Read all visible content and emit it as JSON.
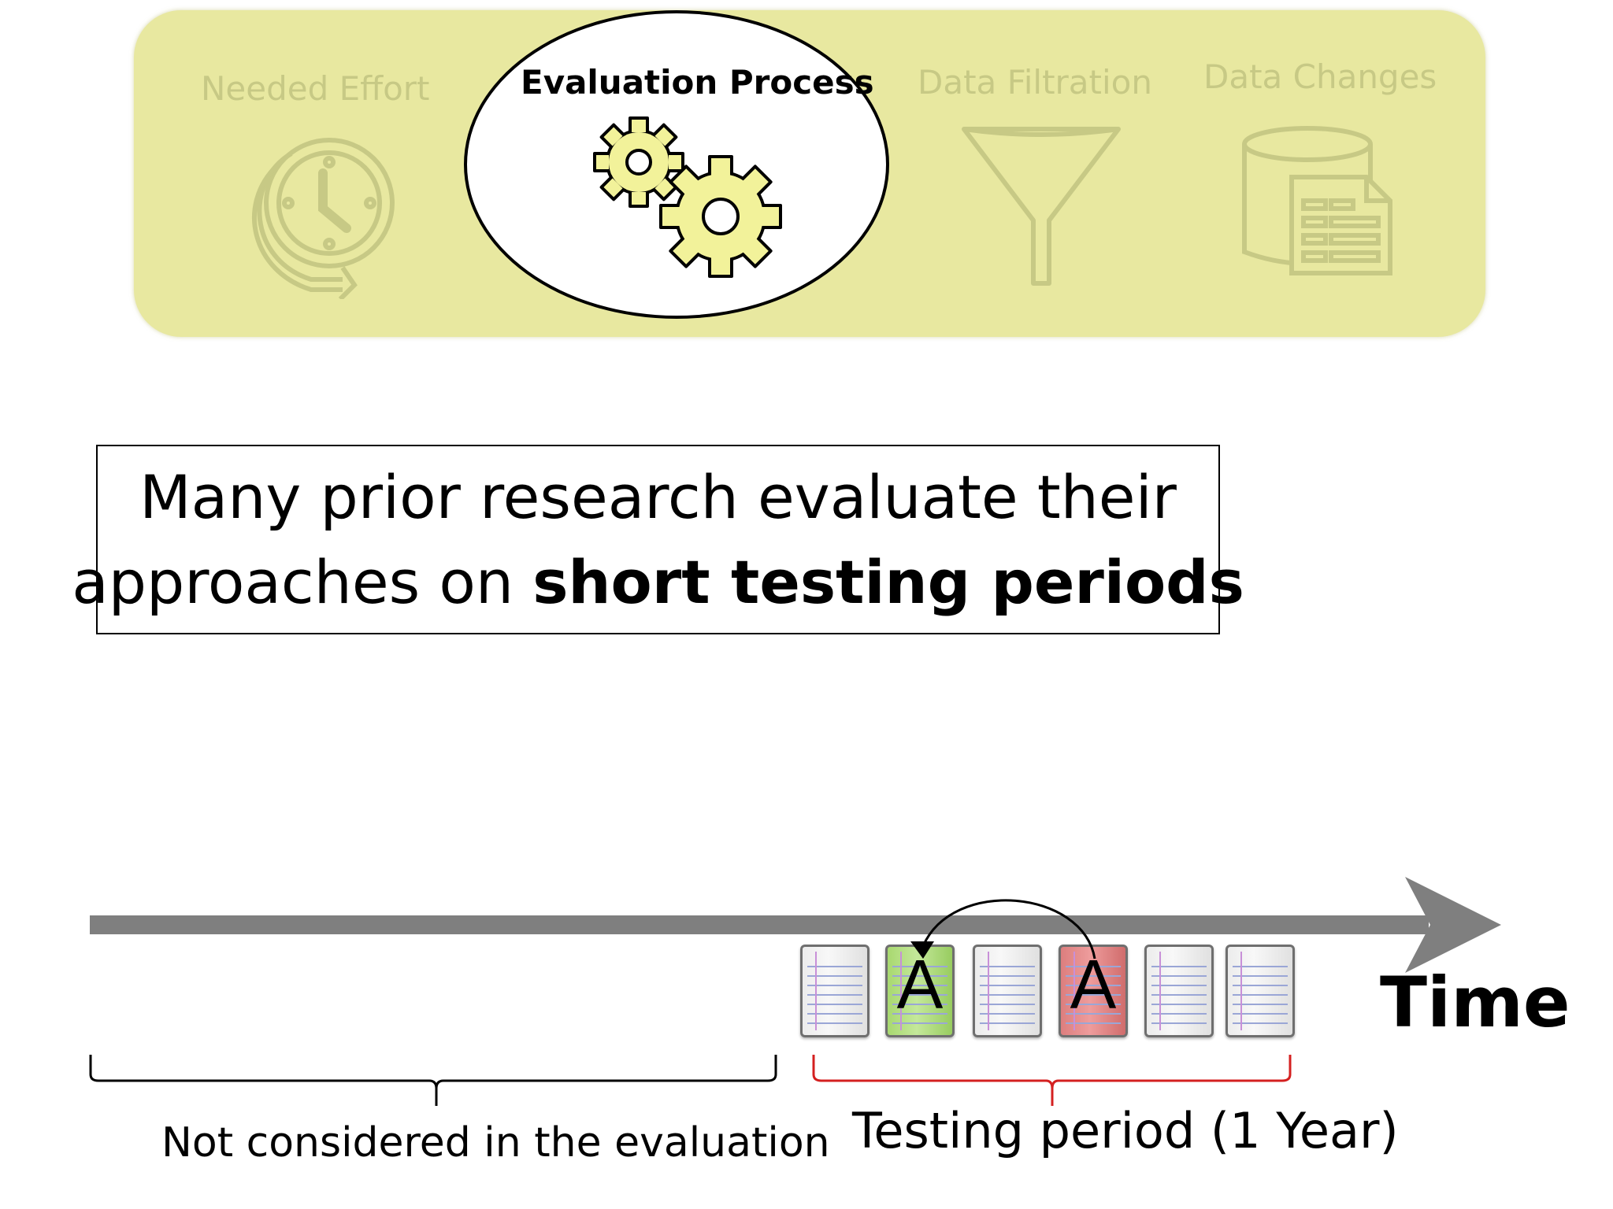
{
  "banner": {
    "steps": [
      {
        "label": "Needed Effort",
        "icon": "clock-cycle-icon",
        "active": false
      },
      {
        "label": "Evaluation Process",
        "icon": "gears-icon",
        "active": true
      },
      {
        "label": "Data Filtration",
        "icon": "funnel-icon",
        "active": false
      },
      {
        "label": "Data Changes",
        "icon": "database-report-icon",
        "active": false
      }
    ],
    "colors": {
      "background": "#e8e8a0",
      "faded": "#c7c985",
      "gear_fill": "#f2f29a"
    }
  },
  "claim": {
    "line1": "Many prior research evaluate their",
    "line2_prefix": "approaches on ",
    "line2_bold": "short testing periods"
  },
  "timeline": {
    "axis_label": "Time",
    "axis_color": "#7f7f7f",
    "pages": [
      {
        "kind": "plain",
        "letter": ""
      },
      {
        "kind": "green",
        "letter": "A"
      },
      {
        "kind": "plain",
        "letter": ""
      },
      {
        "kind": "red",
        "letter": "A"
      },
      {
        "kind": "plain",
        "letter": ""
      },
      {
        "kind": "plain",
        "letter": ""
      }
    ],
    "excluded_label": "Not considered in the evaluation",
    "testing_label": "Testing period (1 Year)",
    "testing_brace_color": "#d42020"
  }
}
